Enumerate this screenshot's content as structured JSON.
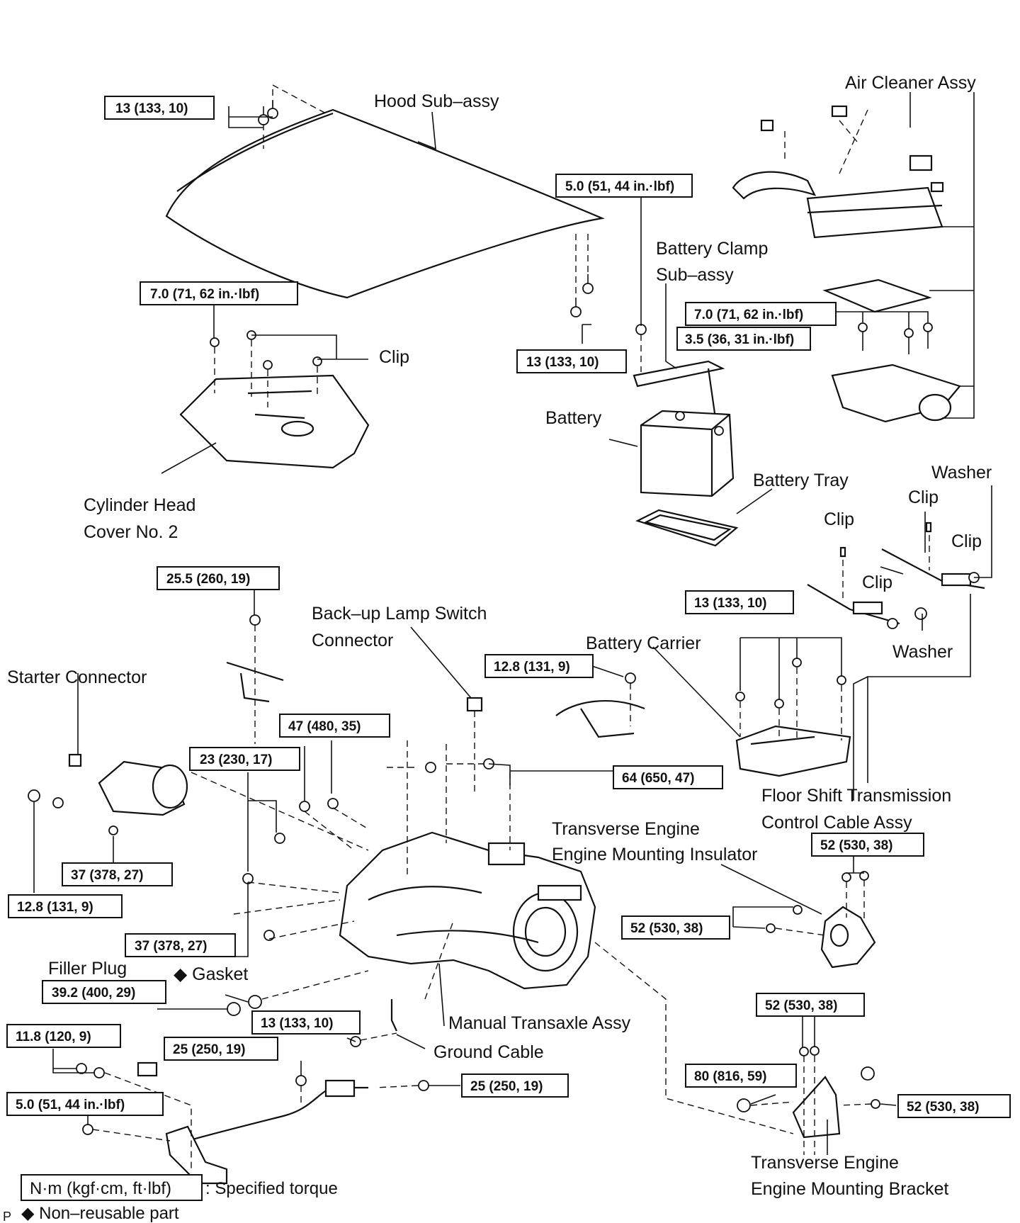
{
  "labels": {
    "air_cleaner": "Air Cleaner Assy",
    "hood": "Hood Sub–assy",
    "battery_clamp_1": "Battery Clamp",
    "battery_clamp_2": "Sub–assy",
    "clip_cover": "Clip",
    "battery": "Battery",
    "battery_tray": "Battery Tray",
    "cyl_head_1": "Cylinder Head",
    "cyl_head_2": "Cover No. 2",
    "washer_top": "Washer",
    "clip_a": "Clip",
    "clip_b": "Clip",
    "clip_c": "Clip",
    "clip_d": "Clip",
    "washer_mid": "Washer",
    "backup_1": "Back–up Lamp Switch",
    "backup_2": "Connector",
    "battery_carrier": "Battery Carrier",
    "starter_conn": "Starter Connector",
    "floor_shift_1": "Floor Shift Transmission",
    "floor_shift_2": "Control Cable Assy",
    "mount_ins_1": "Transverse Engine",
    "mount_ins_2": "Engine Mounting Insulator",
    "filler_plug": "Filler Plug",
    "gasket": "◆ Gasket",
    "manual_transaxle": "Manual Transaxle Assy",
    "ground_cable": "Ground Cable",
    "mount_br_1": "Transverse Engine",
    "mount_br_2": "Engine Mounting Bracket"
  },
  "torques": {
    "t1": "13 (133, 10)",
    "t2": "5.0 (51, 44 in.·lbf)",
    "t3": "7.0 (71, 62 in.·lbf)",
    "t4": "7.0 (71, 62 in.·lbf)",
    "t5": "3.5 (36, 31 in.·lbf)",
    "t6": "13 (133, 10)",
    "t7": "25.5 (260, 19)",
    "t8": "13 (133, 10)",
    "t9": "12.8 (131, 9)",
    "t10": "47 (480, 35)",
    "t11": "23 (230, 17)",
    "t12": "64 (650, 47)",
    "t13": "37 (378, 27)",
    "t14": "12.8 (131, 9)",
    "t15": "52 (530, 38)",
    "t16": "52 (530, 38)",
    "t17": "37 (378, 27)",
    "t18": "39.2 (400, 29)",
    "t19": "13 (133, 10)",
    "t20": "11.8 (120, 9)",
    "t21": "25 (250, 19)",
    "t22": "52 (530, 38)",
    "t23": "25 (250, 19)",
    "t24": "80 (816, 59)",
    "t25": "52 (530, 38)",
    "t26": "5.0 (51, 44 in.·lbf)"
  },
  "legend": {
    "unit": "N·m (kgf·cm, ft·lbf)",
    "specified": ": Specified torque",
    "prefix": "P",
    "nonreusable": "◆ Non–reusable part"
  }
}
